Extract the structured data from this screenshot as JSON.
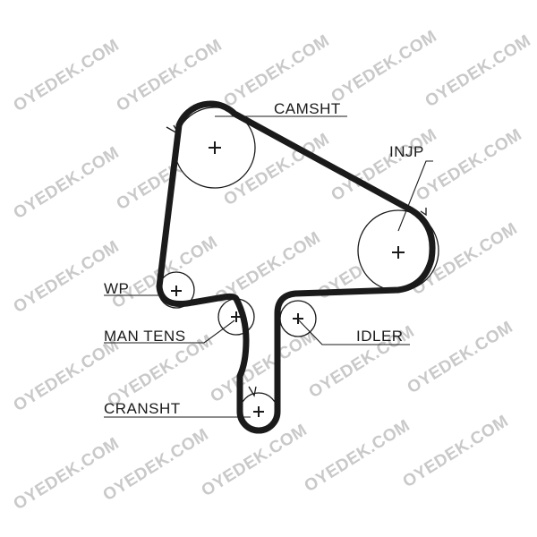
{
  "diagram": {
    "labels": {
      "camshaft": "CAMSHT",
      "injection_pump": "INJP",
      "water_pump": "WP",
      "manual_tensioner": "MAN TENS",
      "idler": "IDLER",
      "crankshaft": "CRANSHT"
    },
    "watermark": "OYEDEK.COM"
  }
}
